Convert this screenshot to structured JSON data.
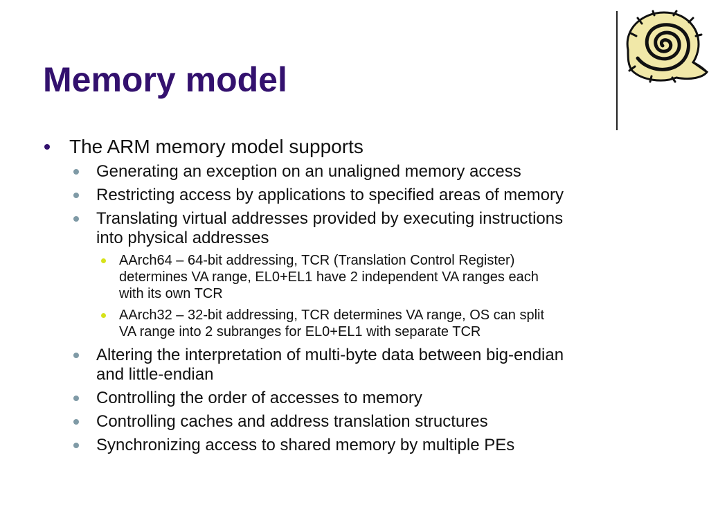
{
  "slide": {
    "title": "Memory model",
    "logo_icon": "spiral-shell-icon",
    "colors": {
      "title": "#33116e",
      "bullet_level1": "#33116e",
      "bullet_level2": "#7f9aa6",
      "bullet_level3": "#d6e21a"
    },
    "bullets": {
      "intro": "The ARM memory model supports",
      "item1": "Generating an exception on an unaligned memory access",
      "item2": "Restricting access by applications to specified areas of memory",
      "item3_line1": "Translating virtual addresses provided by executing instructions",
      "item3_line2": "into physical addresses",
      "sub1_line1": "AArch64 – 64-bit addressing, TCR (Translation Control Register)",
      "sub1_line2": "determines VA range, EL0+EL1 have 2 independent VA ranges each",
      "sub1_line3": "with its own TCR",
      "sub2_line1": "AArch32 – 32-bit addressing, TCR determines VA range, OS can split",
      "sub2_line2": "VA range into 2 subranges for EL0+EL1 with separate TCR",
      "item4_line1": "Altering the interpretation of multi-byte data between big-endian",
      "item4_line2": "and little-endian",
      "item5": "Controlling the order of accesses to memory",
      "item6": "Controlling caches and address translation structures",
      "item7": "Synchronizing access to shared memory by multiple PEs"
    }
  }
}
